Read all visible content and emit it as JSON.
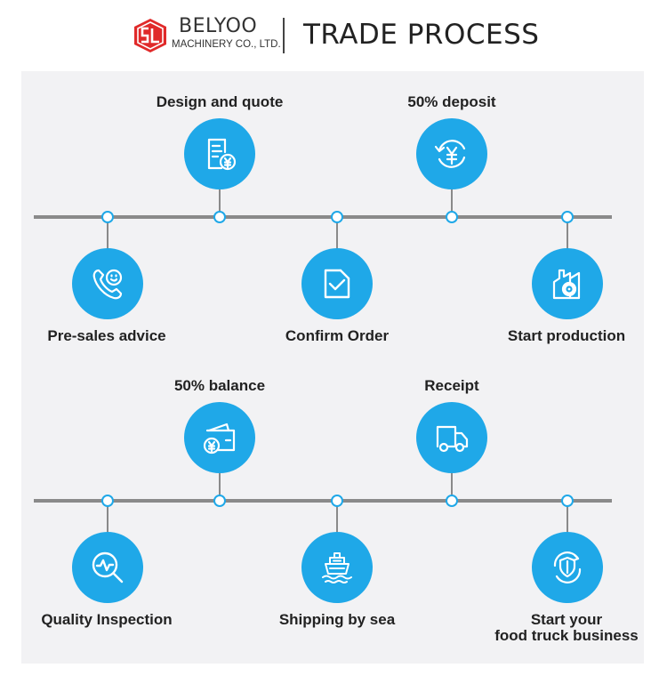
{
  "header": {
    "brand_name": "BELYOO",
    "brand_sub": "MACHINERY CO., LTD.",
    "title": "TRADE PROCESS"
  },
  "colors": {
    "accent": "#1fa8e8",
    "line": "#8a8a8a",
    "logo_red": "#e02a2a",
    "panel_bg": "#f2f2f4"
  },
  "steps": [
    {
      "label": "Pre-sales advice",
      "icon": "phone-smile-icon"
    },
    {
      "label": "Design and quote",
      "icon": "document-yen-icon"
    },
    {
      "label": "Confirm Order",
      "icon": "checkbox-icon"
    },
    {
      "label": "50% deposit",
      "icon": "yen-cycle-icon"
    },
    {
      "label": "Start production",
      "icon": "factory-gear-icon"
    },
    {
      "label": "Quality Inspection",
      "icon": "magnifier-pulse-icon"
    },
    {
      "label": "50% balance",
      "icon": "wallet-yen-icon"
    },
    {
      "label": "Shipping by sea",
      "icon": "ship-icon"
    },
    {
      "label": "Receipt",
      "icon": "truck-icon"
    },
    {
      "label": "Start your",
      "label_line2": "food truck business",
      "icon": "shield-cycle-icon"
    }
  ]
}
